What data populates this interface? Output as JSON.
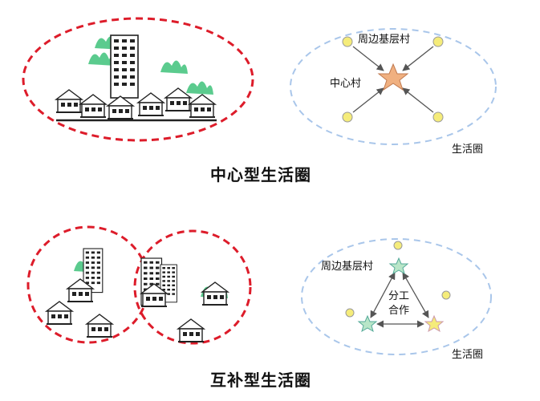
{
  "top": {
    "title": "中心型生活圈",
    "center_label": "中心村",
    "periphery_label": "周边基层村",
    "circle_label": "生活圈"
  },
  "bottom": {
    "title": "互补型生活圈",
    "periphery_label": "周边基层村",
    "cooperation_label_line1": "分工",
    "cooperation_label_line2": "合作",
    "circle_label": "生活圈"
  },
  "colors": {
    "red_dash": "#dd1c2a",
    "blue_dash": "#a9c6ea",
    "yellow_node": "#f5ec7a",
    "star_orange": "#f0b080",
    "star_green": "#b8e6c8",
    "green_foliage": "#3ec27a"
  }
}
